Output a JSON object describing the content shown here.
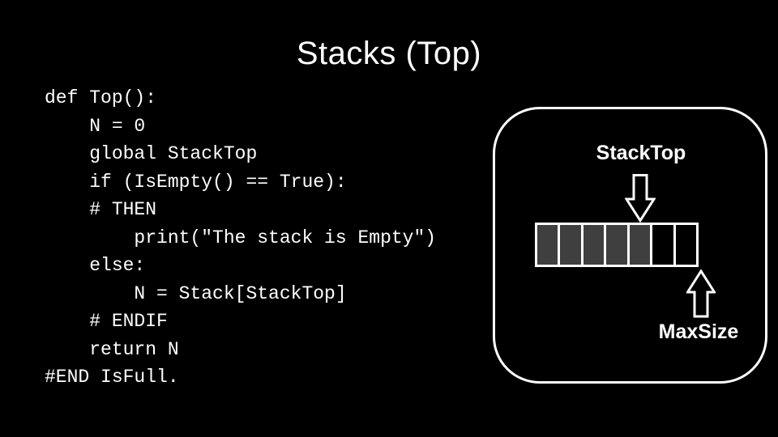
{
  "slide": {
    "title": "Stacks (Top)",
    "background_color": "#000000",
    "text_color": "#ffffff"
  },
  "code": {
    "lines": [
      "def Top():",
      "    N = 0",
      "    global StackTop",
      "    if (IsEmpty() == True):",
      "    # THEN",
      "        print(\"The stack is Empty\")",
      "    else:",
      "        N = Stack[StackTop]",
      "    # ENDIF",
      "    return N",
      "#END IsFull."
    ]
  },
  "diagram": {
    "top_label": "StackTop",
    "bottom_label": "MaxSize",
    "icons": {
      "down": "arrow-down",
      "up": "arrow-up"
    },
    "cells": [
      "filled",
      "filled",
      "filled",
      "filled",
      "filled",
      "empty",
      "empty"
    ],
    "cell_filled_color": "#3f3f3f",
    "cell_empty_color": "#000000",
    "border_color": "#ffffff"
  }
}
